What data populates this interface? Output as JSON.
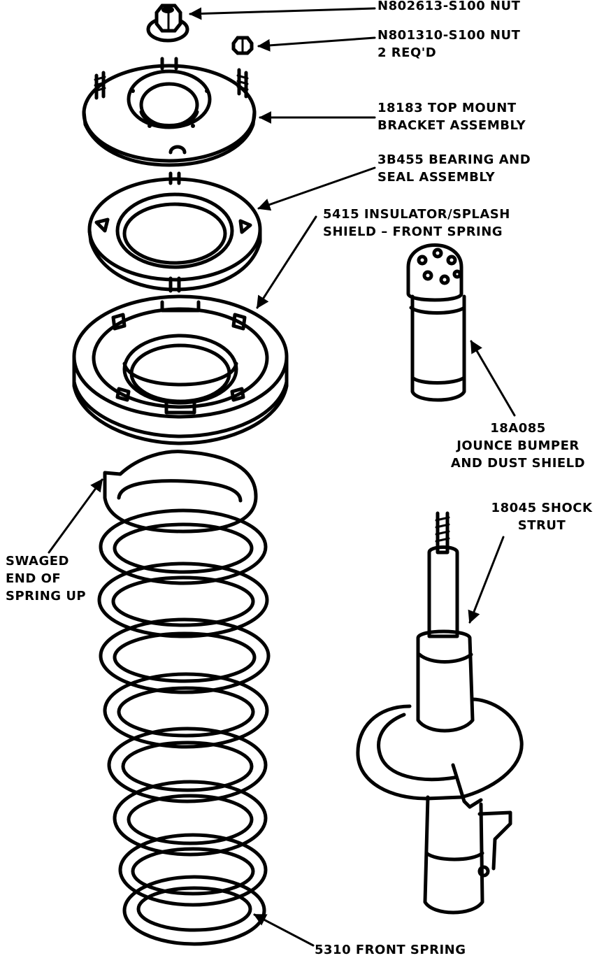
{
  "labels": {
    "nut_top": "N802613-S100 NUT",
    "nut_small_line1": "N801310-S100 NUT",
    "nut_small_line2": "2 REQ'D",
    "top_mount_line1": "18183 TOP MOUNT",
    "top_mount_line2": "BRACKET ASSEMBLY",
    "bearing_line1": "3B455 BEARING AND",
    "bearing_line2": "SEAL ASSEMBLY",
    "insulator_line1": "5415 INSULATOR/SPLASH",
    "insulator_line2": "SHIELD – FRONT SPRING",
    "jounce_line1": "18A085",
    "jounce_line2": "JOUNCE BUMPER",
    "jounce_line3": "AND DUST SHIELD",
    "shock_line1": "18045 SHOCK",
    "shock_line2": "STRUT",
    "swaged_line1": "SWAGED",
    "swaged_line2": "END OF",
    "swaged_line3": "SPRING UP",
    "spring": "5310 FRONT SPRING"
  },
  "colors": {
    "ink": "#000000",
    "paper": "#ffffff"
  }
}
